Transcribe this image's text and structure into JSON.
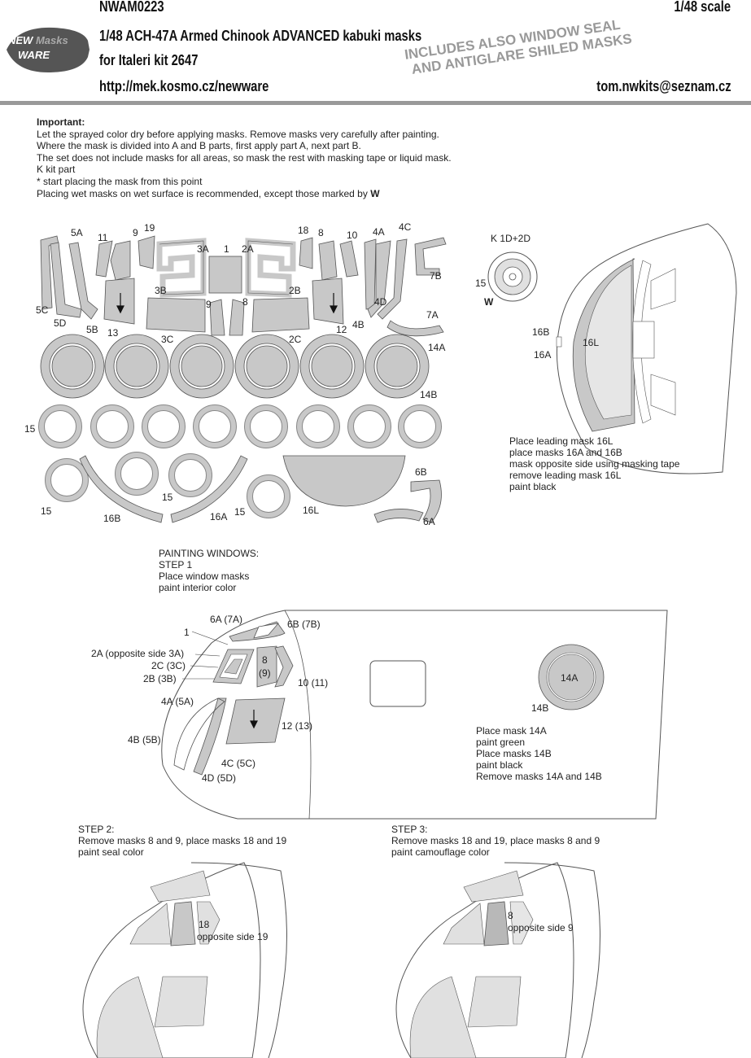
{
  "header": {
    "code": "NWAM0223",
    "scale": "1/48 scale",
    "title": "1/48  ACH-47A Armed Chinook ADVANCED kabuki masks",
    "subtitle": "for Italeri kit 2647",
    "url": "http://mek.kosmo.cz/newware",
    "email": "tom.nwkits@seznam.cz",
    "stamp_line1": "INCLUDES ALSO WINDOW SEAL",
    "stamp_line2": "AND ANTIGLARE SHILED MASKS",
    "logo_line1": "NEW",
    "logo_line1b": "Masks",
    "logo_line2": "WARE"
  },
  "important": {
    "heading": "Important:",
    "lines": [
      "Let the sprayed color dry before applying masks. Remove masks very carefully after painting.",
      "Where the mask is divided into A and B parts, first apply part A, next part B.",
      "The set does not include masks for all areas, so mask the rest with masking tape or liquid mask.",
      "K kit part",
      "*  start placing the mask from this point",
      "Placing wet masks on wet surface is recommended, except those marked by"
    ],
    "w_mark": "W"
  },
  "sheet_labels": {
    "l5A": "5A",
    "l11": "11",
    "l9a": "9",
    "l19": "19",
    "l3A": "3A",
    "l1": "1",
    "l2A": "2A",
    "l18": "18",
    "l8a": "8",
    "l10": "10",
    "l4A": "4A",
    "l4C": "4C",
    "l7B": "7B",
    "l3B": "3B",
    "l9b": "9",
    "l8b": "8",
    "l2B": "2B",
    "l4D": "4D",
    "l5C": "5C",
    "l5D": "5D",
    "l5B": "5B",
    "l13": "13",
    "l3C": "3C",
    "l2C": "2C",
    "l12": "12",
    "l4B": "4B",
    "l7A": "7A",
    "l14A": "14A",
    "l14B": "14B",
    "l15a": "15",
    "l15b": "15",
    "l15c": "15",
    "l16B": "16B",
    "l16A": "16A",
    "l15d": "15",
    "l16L": "16L",
    "l6B": "6B",
    "l6A": "6A"
  },
  "wheel": {
    "k_label": "K 1D+2D",
    "l15": "15",
    "w": "W"
  },
  "windshield": {
    "l16B": "16B",
    "l16A": "16A",
    "l16L": "16L",
    "notes": [
      "Place leading mask 16L",
      "place masks 16A and 16B",
      "mask opposite side using masking tape",
      "remove leading mask 16L",
      "paint black"
    ]
  },
  "step1": {
    "lines": [
      "PAINTING WINDOWS:",
      "STEP 1",
      "Place window masks",
      "paint interior color"
    ],
    "labels": {
      "l1": "1",
      "l2A": "2A (opposite side 3A)",
      "l2C": "2C (3C)",
      "l2B": "2B (3B)",
      "l6A": "6A (7A)",
      "l6B": "6B (7B)",
      "l8": "8",
      "l9": "(9)",
      "l10": "10 (11)",
      "l12": "12 (13)",
      "l4A": "4A (5A)",
      "l4B": "4B (5B)",
      "l4C": "4C (5C)",
      "l4D": "4D (5D)",
      "l14A": "14A",
      "l14B": "14B"
    },
    "notes": [
      "Place mask 14A",
      "paint green",
      "Place masks 14B",
      "paint black",
      "Remove masks 14A and 14B"
    ]
  },
  "step2": {
    "lines": [
      "STEP 2:",
      "Remove masks 8 and 9, place masks 18 and 19",
      "paint seal color"
    ],
    "l18": "18",
    "lopp": "opposite side 19"
  },
  "step3": {
    "lines": [
      "STEP 3:",
      "Remove masks 18 and 19, place masks 8 and 9",
      "paint camouflage color"
    ],
    "l8": "8",
    "lopp": "opposite side 9"
  },
  "colors": {
    "mask_gray": "#c8c8c8",
    "light_gray": "#e0e0e0",
    "line": "#555555",
    "stamp": "#9a9a9a"
  }
}
